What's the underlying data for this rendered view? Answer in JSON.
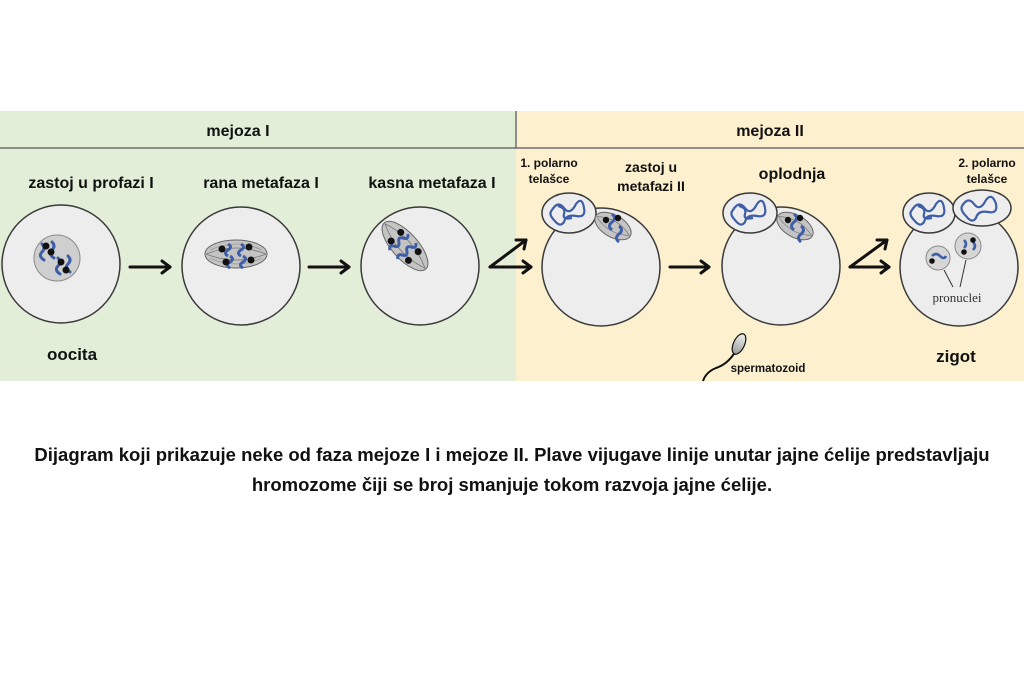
{
  "phases": {
    "meiosis1": "mejoza I",
    "meiosis2": "mejoza II"
  },
  "stages": {
    "prophase_arrest": "zastoj u profazi I",
    "early_metaphase": "rana metafaza I",
    "late_metaphase": "kasna metafaza I",
    "polar_body_1_line1": "1. polarno",
    "polar_body_1_line2": "telašce",
    "metaphase2_arrest_line1": "zastoj u",
    "metaphase2_arrest_line2": "metafazi II",
    "fertilization": "oplodnja",
    "polar_body_2_line1": "2. polarno",
    "polar_body_2_line2": "telašce"
  },
  "labels": {
    "oocyte": "oocita",
    "sperm": "spermatozoid",
    "zygote": "zigot",
    "pronuclei": "pronuclei"
  },
  "caption": "Dijagram koji prikazuje neke od faza mejoze I i mejoze II. Plave vijugave linije unutar jajne ćelije predstavljaju hromozome čiji se broj smanjuje tokom razvoja jajne ćelije.",
  "colors": {
    "meiosis1_bg": "#e2eed8",
    "meiosis2_bg": "#fdf0cf",
    "chromosome": "#3e5fa8"
  }
}
